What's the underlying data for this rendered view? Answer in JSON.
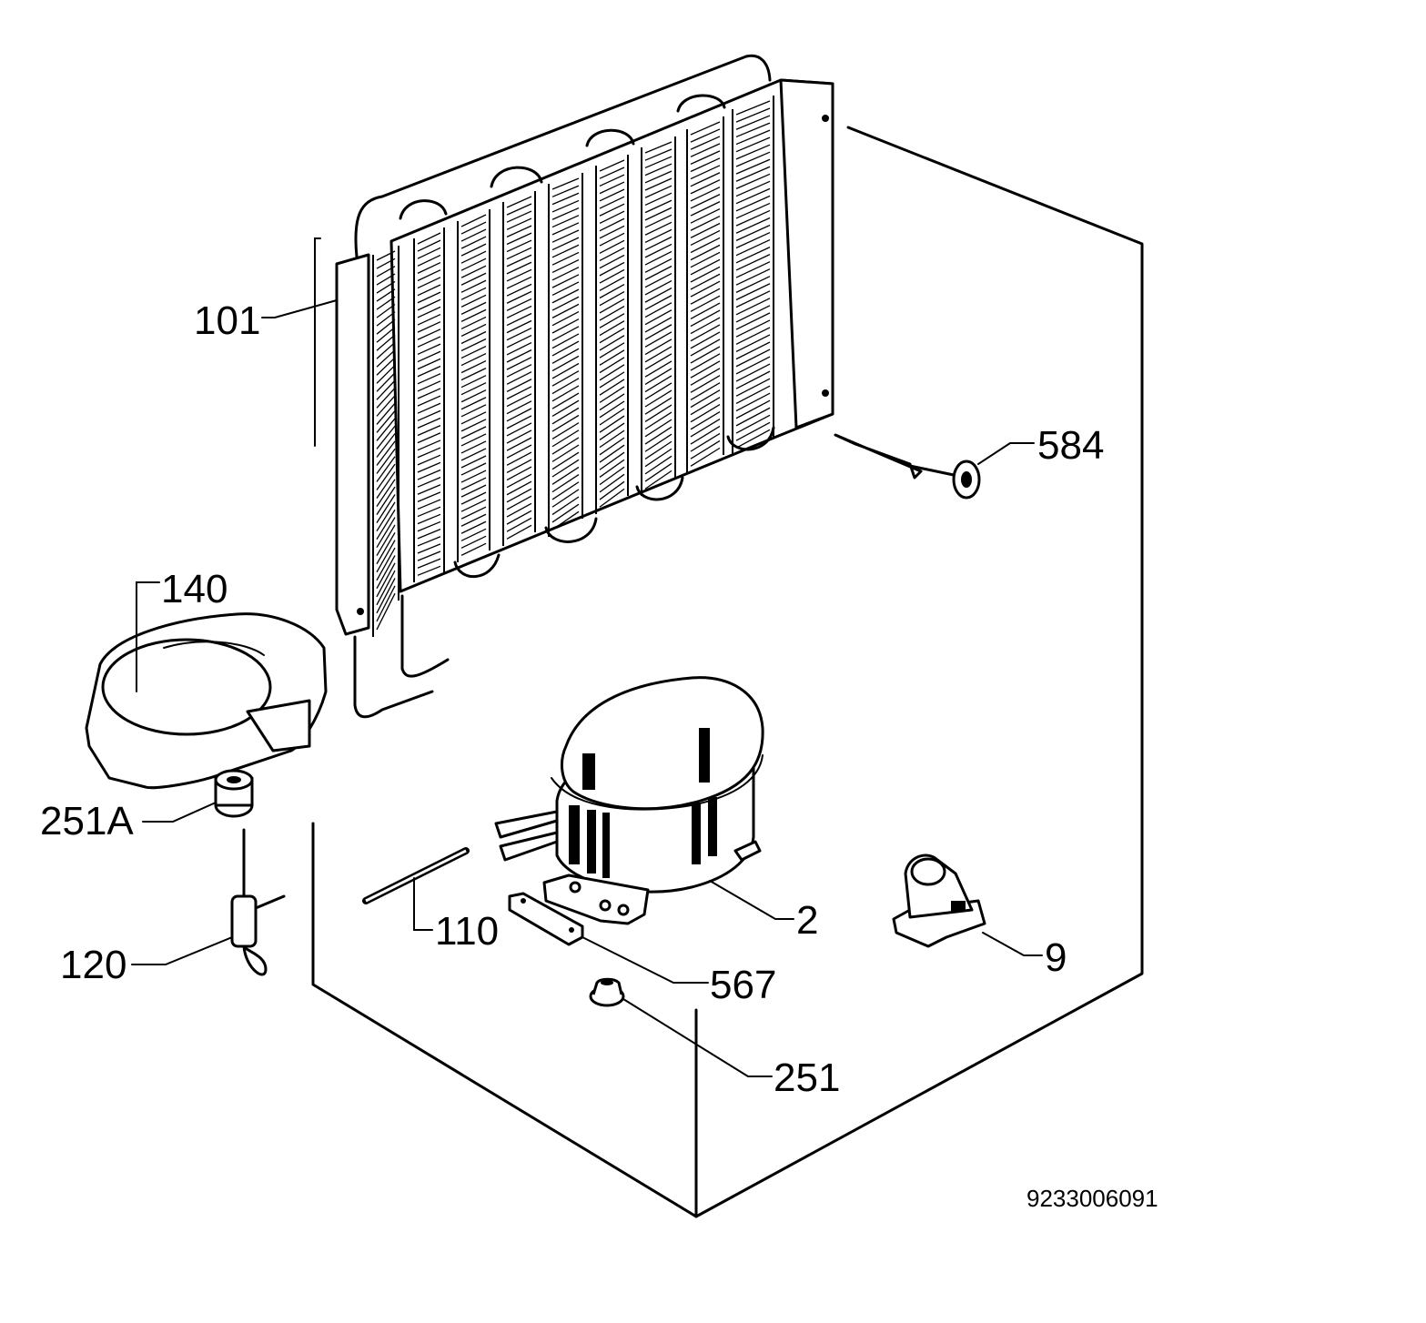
{
  "diagram": {
    "document_number": "9233006091",
    "callouts": [
      {
        "id": "101"
      },
      {
        "id": "584"
      },
      {
        "id": "140"
      },
      {
        "id": "251A"
      },
      {
        "id": "120"
      },
      {
        "id": "110"
      },
      {
        "id": "2"
      },
      {
        "id": "567"
      },
      {
        "id": "9"
      },
      {
        "id": "251"
      }
    ],
    "parts": [
      {
        "callout": "101",
        "icon": "condenser-icon"
      },
      {
        "callout": "584",
        "icon": "clip-icon"
      },
      {
        "callout": "140",
        "icon": "drip-tray-icon"
      },
      {
        "callout": "251A",
        "icon": "grommet-icon"
      },
      {
        "callout": "120",
        "icon": "drier-filter-icon"
      },
      {
        "callout": "110",
        "icon": "tube-icon"
      },
      {
        "callout": "2",
        "icon": "compressor-icon"
      },
      {
        "callout": "567",
        "icon": "mounting-plate-icon"
      },
      {
        "callout": "9",
        "icon": "relay-icon"
      },
      {
        "callout": "251",
        "icon": "grommet-icon"
      }
    ]
  }
}
